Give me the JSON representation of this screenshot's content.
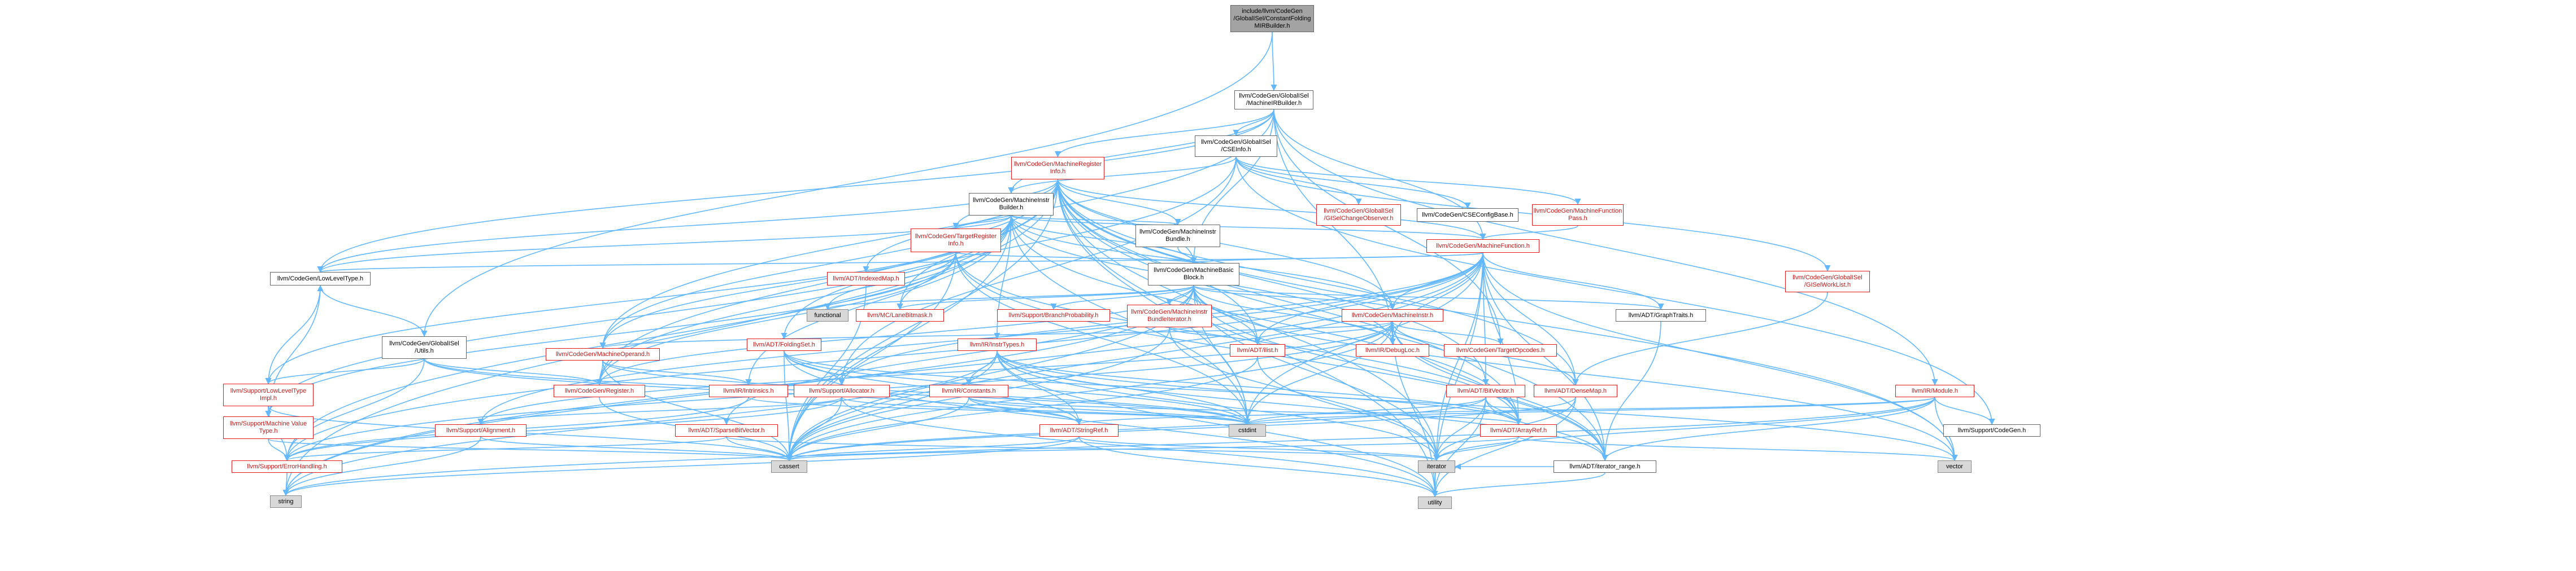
{
  "graph": {
    "edge_color": "#63b8ff",
    "nodes": [
      {
        "id": "root",
        "label": "include/llvm/CodeGen\n/GlobalISel/ConstantFolding\nMIRBuilder.h",
        "style": "root"
      },
      {
        "id": "mirb",
        "label": "llvm/CodeGen/GlobalISel\n/MachineIRBuilder.h",
        "style": "normal"
      },
      {
        "id": "cseinfo",
        "label": "llvm/CodeGen/GlobalISel\n/CSEInfo.h",
        "style": "normal"
      },
      {
        "id": "mib",
        "label": "llvm/CodeGen/MachineInstr\nBuilder.h",
        "style": "normal"
      },
      {
        "id": "mri",
        "label": "llvm/CodeGen/MachineRegister\nInfo.h",
        "style": "red"
      },
      {
        "id": "gchg",
        "label": "llvm/CodeGen/GlobalISel\n/GISelChangeObserver.h",
        "style": "red"
      },
      {
        "id": "csecfg",
        "label": "llvm/CodeGen/CSEConfigBase.h",
        "style": "normal"
      },
      {
        "id": "mfpass",
        "label": "llvm/CodeGen/MachineFunction\nPass.h",
        "style": "red"
      },
      {
        "id": "tri",
        "label": "llvm/CodeGen/TargetRegister\nInfo.h",
        "style": "red"
      },
      {
        "id": "mibundle",
        "label": "llvm/CodeGen/MachineInstr\nBundle.h",
        "style": "normal"
      },
      {
        "id": "mf",
        "label": "llvm/CodeGen/MachineFunction.h",
        "style": "red"
      },
      {
        "id": "lltype",
        "label": "llvm/CodeGen/LowLevelType.h",
        "style": "normal"
      },
      {
        "id": "indexedmap",
        "label": "llvm/ADT/IndexedMap.h",
        "style": "red"
      },
      {
        "id": "mbb",
        "label": "llvm/CodeGen/MachineBasic\nBlock.h",
        "style": "normal"
      },
      {
        "id": "worklist",
        "label": "llvm/CodeGen/GlobalISel\n/GISelWorkList.h",
        "style": "red"
      },
      {
        "id": "functional",
        "label": "functional",
        "style": "gray"
      },
      {
        "id": "lanebitmask",
        "label": "llvm/MC/LaneBitmask.h",
        "style": "red"
      },
      {
        "id": "branchprob",
        "label": "llvm/Support/BranchProbability.h",
        "style": "red"
      },
      {
        "id": "mibundleit",
        "label": "llvm/CodeGen/MachineInstr\nBundleIterator.h",
        "style": "red"
      },
      {
        "id": "minstr",
        "label": "llvm/CodeGen/MachineInstr.h",
        "style": "red"
      },
      {
        "id": "graphtraits",
        "label": "llvm/ADT/GraphTraits.h",
        "style": "normal"
      },
      {
        "id": "gisutils",
        "label": "llvm/CodeGen/GlobalISel\n/Utils.h",
        "style": "normal"
      },
      {
        "id": "foldingset",
        "label": "llvm/ADT/FoldingSet.h",
        "style": "red"
      },
      {
        "id": "instrtypes",
        "label": "llvm/IR/InstrTypes.h",
        "style": "red"
      },
      {
        "id": "ilist",
        "label": "llvm/ADT/ilist.h",
        "style": "red"
      },
      {
        "id": "debugloc",
        "label": "llvm/IR/DebugLoc.h",
        "style": "red"
      },
      {
        "id": "tgtopcodes",
        "label": "llvm/CodeGen/TargetOpcodes.h",
        "style": "red"
      },
      {
        "id": "mop",
        "label": "llvm/CodeGen/MachineOperand.h",
        "style": "red"
      },
      {
        "id": "lltypeimpl",
        "label": "llvm/Support/LowLevelType\nImpl.h",
        "style": "red"
      },
      {
        "id": "register",
        "label": "llvm/CodeGen/Register.h",
        "style": "red"
      },
      {
        "id": "intrinsics",
        "label": "llvm/IR/Intrinsics.h",
        "style": "red"
      },
      {
        "id": "allocator",
        "label": "llvm/Support/Allocator.h",
        "style": "red"
      },
      {
        "id": "constants",
        "label": "llvm/IR/Constants.h",
        "style": "red"
      },
      {
        "id": "densemap",
        "label": "llvm/ADT/DenseMap.h",
        "style": "red"
      },
      {
        "id": "bitvector",
        "label": "llvm/ADT/BitVector.h",
        "style": "red"
      },
      {
        "id": "irmodule",
        "label": "llvm/IR/Module.h",
        "style": "red"
      },
      {
        "id": "mvt",
        "label": "llvm/Support/Machine Value\nType.h",
        "style": "red"
      },
      {
        "id": "alignment",
        "label": "llvm/Support/Alignment.h",
        "style": "red"
      },
      {
        "id": "sparsebv",
        "label": "llvm/ADT/SparseBitVector.h",
        "style": "red"
      },
      {
        "id": "stringref",
        "label": "llvm/ADT/StringRef.h",
        "style": "red"
      },
      {
        "id": "cstdint",
        "label": "cstdint",
        "style": "gray"
      },
      {
        "id": "arrayref",
        "label": "llvm/ADT/ArrayRef.h",
        "style": "red"
      },
      {
        "id": "supcodegen",
        "label": "llvm/Support/CodeGen.h",
        "style": "normal"
      },
      {
        "id": "errhandling",
        "label": "llvm/Support/ErrorHandling.h",
        "style": "red"
      },
      {
        "id": "cassert",
        "label": "cassert",
        "style": "gray"
      },
      {
        "id": "iterator",
        "label": "iterator",
        "style": "gray"
      },
      {
        "id": "itrange",
        "label": "llvm/ADT/iterator_range.h",
        "style": "normal"
      },
      {
        "id": "vector",
        "label": "vector",
        "style": "gray"
      },
      {
        "id": "string",
        "label": "string",
        "style": "gray"
      },
      {
        "id": "utility",
        "label": "utility",
        "style": "gray"
      }
    ],
    "edges": [
      [
        "root",
        "mirb"
      ],
      [
        "root",
        "gisutils"
      ],
      [
        "mirb",
        "cseinfo"
      ],
      [
        "mirb",
        "mib"
      ],
      [
        "mirb",
        "mri"
      ],
      [
        "mirb",
        "mbb"
      ],
      [
        "mirb",
        "mf"
      ],
      [
        "mirb",
        "lltype"
      ],
      [
        "mirb",
        "debugloc"
      ],
      [
        "mirb",
        "mop"
      ],
      [
        "mirb",
        "irmodule"
      ],
      [
        "mirb",
        "tgtopcodes"
      ],
      [
        "cseinfo",
        "gchg"
      ],
      [
        "cseinfo",
        "csecfg"
      ],
      [
        "cseinfo",
        "mfpass"
      ],
      [
        "cseinfo",
        "worklist"
      ],
      [
        "cseinfo",
        "foldingset"
      ],
      [
        "cseinfo",
        "allocator"
      ],
      [
        "cseinfo",
        "supcodegen"
      ],
      [
        "cseinfo",
        "mib"
      ],
      [
        "mib",
        "mbb"
      ],
      [
        "mib",
        "mf"
      ],
      [
        "mib",
        "minstr"
      ],
      [
        "mib",
        "mibundle"
      ],
      [
        "mib",
        "mop"
      ],
      [
        "mib",
        "tri"
      ],
      [
        "mib",
        "lltype"
      ],
      [
        "mib",
        "intrinsics"
      ],
      [
        "mib",
        "instrtypes"
      ],
      [
        "mib",
        "debugloc"
      ],
      [
        "mib",
        "register"
      ],
      [
        "mib",
        "errhandling"
      ],
      [
        "mib",
        "cassert"
      ],
      [
        "mib",
        "cstdint"
      ],
      [
        "mib",
        "mvt"
      ],
      [
        "mib",
        "arrayref"
      ],
      [
        "mib",
        "lltypeimpl"
      ],
      [
        "mri",
        "mf"
      ],
      [
        "mri",
        "mbb"
      ],
      [
        "mri",
        "minstr"
      ],
      [
        "mri",
        "mibundle"
      ],
      [
        "mri",
        "tri"
      ],
      [
        "mri",
        "indexedmap"
      ],
      [
        "mri",
        "lanebitmask"
      ],
      [
        "mri",
        "bitvector"
      ],
      [
        "mri",
        "densemap"
      ],
      [
        "mri",
        "arrayref"
      ],
      [
        "mri",
        "itrange"
      ],
      [
        "mri",
        "ilist"
      ],
      [
        "mri",
        "mop"
      ],
      [
        "mri",
        "register"
      ],
      [
        "mri",
        "cassert"
      ],
      [
        "mri",
        "cstdint"
      ],
      [
        "mri",
        "iterator"
      ],
      [
        "mri",
        "memory"
      ],
      [
        "mri",
        "utility"
      ],
      [
        "mri",
        "vector"
      ],
      [
        "mri",
        "string"
      ],
      [
        "mri",
        "lltype"
      ],
      [
        "mfpass",
        "mf"
      ],
      [
        "tri",
        "mbb"
      ],
      [
        "tri",
        "lanebitmask"
      ],
      [
        "tri",
        "functional"
      ],
      [
        "tri",
        "mvt"
      ],
      [
        "tri",
        "cassert"
      ],
      [
        "tri",
        "cstdint"
      ],
      [
        "tri",
        "arrayref"
      ],
      [
        "tri",
        "itrange"
      ],
      [
        "tri",
        "register"
      ],
      [
        "mibundle",
        "mbb"
      ],
      [
        "mf",
        "mbb"
      ],
      [
        "mf",
        "minstr"
      ],
      [
        "mf",
        "graphtraits"
      ],
      [
        "mf",
        "bitvector"
      ],
      [
        "mf",
        "densemap"
      ],
      [
        "mf",
        "arrayref"
      ],
      [
        "mf",
        "ilist"
      ],
      [
        "mf",
        "itrange"
      ],
      [
        "mf",
        "allocator"
      ],
      [
        "mf",
        "cassert"
      ],
      [
        "mf",
        "cstdint"
      ],
      [
        "mf",
        "vector"
      ],
      [
        "mf",
        "utility"
      ],
      [
        "mf",
        "debugloc"
      ],
      [
        "mf",
        "lltype"
      ],
      [
        "mf",
        "errhandling"
      ],
      [
        "mf",
        "alignment"
      ],
      [
        "mf",
        "iterator"
      ],
      [
        "mf",
        "string"
      ],
      [
        "lltype",
        "lltypeimpl"
      ],
      [
        "lltype",
        "mvt"
      ],
      [
        "indexedmap",
        "cassert"
      ],
      [
        "mbb",
        "functional"
      ],
      [
        "mbb",
        "lanebitmask"
      ],
      [
        "mbb",
        "branchprob"
      ],
      [
        "mbb",
        "mibundleit"
      ],
      [
        "mbb",
        "minstr"
      ],
      [
        "mbb",
        "graphtraits"
      ],
      [
        "mbb",
        "ilist"
      ],
      [
        "mbb",
        "debugloc"
      ],
      [
        "mbb",
        "sparsebv"
      ],
      [
        "mbb",
        "itrange"
      ],
      [
        "mbb",
        "cassert"
      ],
      [
        "mbb",
        "cstdint"
      ],
      [
        "mbb",
        "iterator"
      ],
      [
        "mbb",
        "string"
      ],
      [
        "mbb",
        "vector"
      ],
      [
        "mbb",
        "register"
      ],
      [
        "worklist",
        "densemap"
      ],
      [
        "mibundleit",
        "ilist"
      ],
      [
        "mibundleit",
        "cassert"
      ],
      [
        "mibundleit",
        "iterator"
      ],
      [
        "minstr",
        "mop"
      ],
      [
        "minstr",
        "ilist"
      ],
      [
        "minstr",
        "debugloc"
      ],
      [
        "minstr",
        "tgtopcodes"
      ],
      [
        "minstr",
        "arrayref"
      ],
      [
        "minstr",
        "densemap"
      ],
      [
        "minstr",
        "itrange"
      ],
      [
        "minstr",
        "cassert"
      ],
      [
        "minstr",
        "cstdint"
      ],
      [
        "minstr",
        "utility"
      ],
      [
        "minstr",
        "errhandling"
      ],
      [
        "minstr",
        "alignment"
      ],
      [
        "graphtraits",
        "itrange"
      ],
      [
        "gisutils",
        "lltype"
      ],
      [
        "gisutils",
        "register"
      ],
      [
        "gisutils",
        "stringref"
      ],
      [
        "gisutils",
        "errhandling"
      ],
      [
        "gisutils",
        "cstdint"
      ],
      [
        "gisutils",
        "lltypeimpl"
      ],
      [
        "foldingset",
        "allocator"
      ],
      [
        "foldingset",
        "stringref"
      ],
      [
        "foldingset",
        "cassert"
      ],
      [
        "foldingset",
        "cstdint"
      ],
      [
        "foldingset",
        "utility"
      ],
      [
        "foldingset",
        "arrayref"
      ],
      [
        "instrtypes",
        "constants"
      ],
      [
        "instrtypes",
        "arrayref"
      ],
      [
        "instrtypes",
        "stringref"
      ],
      [
        "instrtypes",
        "itrange"
      ],
      [
        "instrtypes",
        "cassert"
      ],
      [
        "instrtypes",
        "cstdint"
      ],
      [
        "instrtypes",
        "iterator"
      ],
      [
        "instrtypes",
        "string"
      ],
      [
        "instrtypes",
        "vector"
      ],
      [
        "instrtypes",
        "utility"
      ],
      [
        "ilist",
        "cassert"
      ],
      [
        "ilist",
        "iterator"
      ],
      [
        "mop",
        "register"
      ],
      [
        "mop",
        "intrinsics"
      ],
      [
        "mop",
        "cassert"
      ],
      [
        "mop",
        "cstdint"
      ],
      [
        "lltypeimpl",
        "mvt"
      ],
      [
        "lltypeimpl",
        "cassert"
      ],
      [
        "lltypeimpl",
        "errhandling"
      ],
      [
        "register",
        "cassert"
      ],
      [
        "intrinsics",
        "cstdint"
      ],
      [
        "intrinsics",
        "errhandling"
      ],
      [
        "allocator",
        "alignment"
      ],
      [
        "allocator",
        "errhandling"
      ],
      [
        "allocator",
        "cassert"
      ],
      [
        "allocator",
        "cstdint"
      ],
      [
        "allocator",
        "utility"
      ],
      [
        "constants",
        "arrayref"
      ],
      [
        "constants",
        "stringref"
      ],
      [
        "constants",
        "cassert"
      ],
      [
        "constants",
        "cstdint"
      ],
      [
        "densemap",
        "iterator"
      ],
      [
        "densemap",
        "utility"
      ],
      [
        "densemap",
        "cassert"
      ],
      [
        "bitvector",
        "arrayref"
      ],
      [
        "bitvector",
        "itrange"
      ],
      [
        "bitvector",
        "cassert"
      ],
      [
        "bitvector",
        "cstdint"
      ],
      [
        "bitvector",
        "iterator"
      ],
      [
        "bitvector",
        "utility"
      ],
      [
        "irmodule",
        "supcodegen"
      ],
      [
        "irmodule",
        "stringref"
      ],
      [
        "irmodule",
        "itrange"
      ],
      [
        "irmodule",
        "cstdint"
      ],
      [
        "irmodule",
        "iterator"
      ],
      [
        "irmodule",
        "string"
      ],
      [
        "irmodule",
        "vector"
      ],
      [
        "mvt",
        "errhandling"
      ],
      [
        "mvt",
        "cassert"
      ],
      [
        "alignment",
        "cassert"
      ],
      [
        "alignment",
        "string"
      ],
      [
        "sparsebv",
        "errhandling"
      ],
      [
        "sparsebv",
        "cassert"
      ],
      [
        "sparsebv",
        "iterator"
      ],
      [
        "stringref",
        "cassert"
      ],
      [
        "stringref",
        "iterator"
      ],
      [
        "stringref",
        "string"
      ],
      [
        "stringref",
        "utility"
      ],
      [
        "arrayref",
        "cassert"
      ],
      [
        "arrayref",
        "iterator"
      ],
      [
        "arrayref",
        "vector"
      ],
      [
        "itrange",
        "utility"
      ],
      [
        "itrange",
        "iterator"
      ],
      [
        "errhandling",
        "string"
      ]
    ]
  }
}
